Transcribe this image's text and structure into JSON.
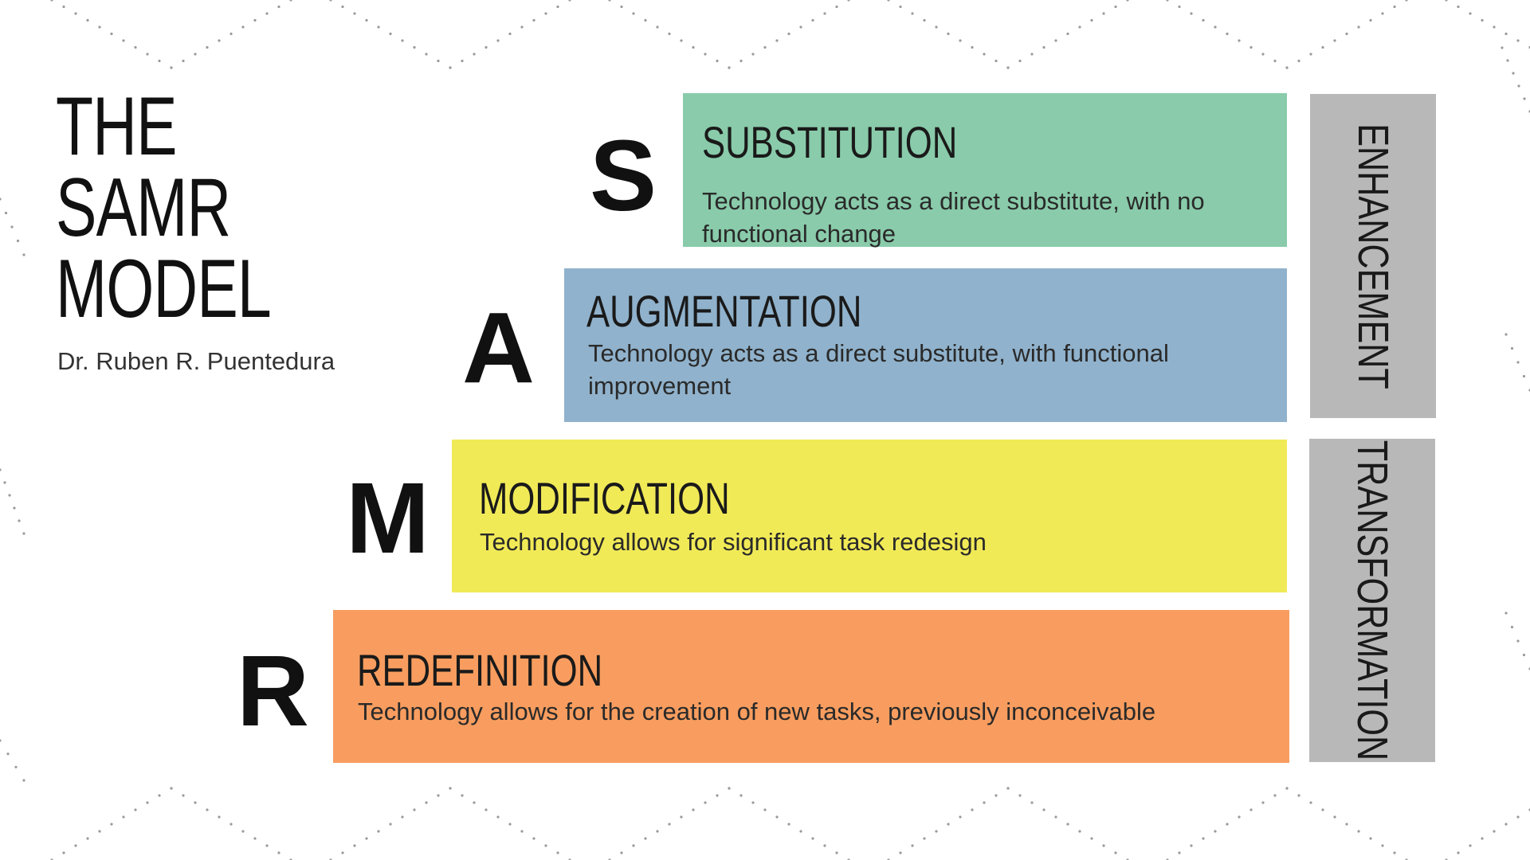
{
  "title_lines": [
    "THE",
    "SAMR",
    "MODEL"
  ],
  "author": "Dr. Ruben R. Puentedura",
  "levels": [
    {
      "letter": "S",
      "name": "SUBSTITUTION",
      "description_lines": [
        "Technology acts as a direct substitute, with no",
        "functional change"
      ],
      "color": "#89cbaa"
    },
    {
      "letter": "A",
      "name": "AUGMENTATION",
      "description_lines": [
        "Technology acts as a direct substitute, with functional",
        "improvement"
      ],
      "color": "#90b2cc"
    },
    {
      "letter": "M",
      "name": "MODIFICATION",
      "description_lines": [
        "Technology allows for significant task redesign"
      ],
      "color": "#f1ea57"
    },
    {
      "letter": "R",
      "name": "REDEFINITION",
      "description_lines": [
        "Technology allows for the creation of new tasks, previously inconceivable"
      ],
      "color": "#f89d5f"
    }
  ],
  "groups": [
    {
      "label": "ENHANCEMENT",
      "color": "#b8b8b8"
    },
    {
      "label": "TRANSFORMATION",
      "color": "#b8b8b8"
    }
  ],
  "colors": {
    "background": "#ffffff",
    "text": "#111111",
    "dots": "#9a9a9a"
  }
}
